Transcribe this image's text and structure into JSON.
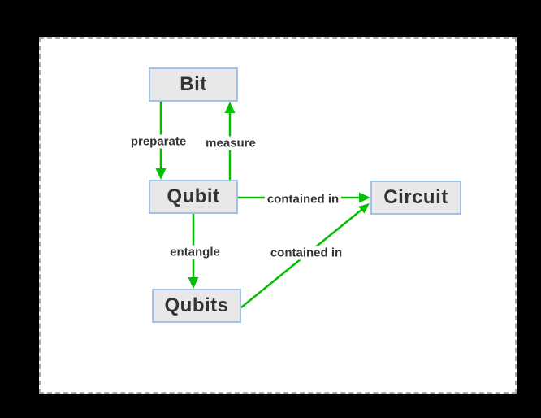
{
  "diagram": {
    "nodes": [
      {
        "id": "bit",
        "label": "Bit"
      },
      {
        "id": "qubit",
        "label": "Qubit"
      },
      {
        "id": "circuit",
        "label": "Circuit"
      },
      {
        "id": "qubits",
        "label": "Qubits"
      }
    ],
    "edges": [
      {
        "from": "bit",
        "to": "qubit",
        "label": "preparate"
      },
      {
        "from": "qubit",
        "to": "bit",
        "label": "measure"
      },
      {
        "from": "qubit",
        "to": "qubits",
        "label": "entangle"
      },
      {
        "from": "qubit",
        "to": "circuit",
        "label": "contained in"
      },
      {
        "from": "qubits",
        "to": "circuit",
        "label": "contained in"
      }
    ],
    "colors": {
      "edge": "#00c000",
      "node_fill": "#e8e8e8",
      "node_border": "#9dc3ea",
      "text": "#333333",
      "canvas_bg": "#ffffff",
      "page_bg": "#000000",
      "canvas_border": "#a8a8a8"
    }
  }
}
